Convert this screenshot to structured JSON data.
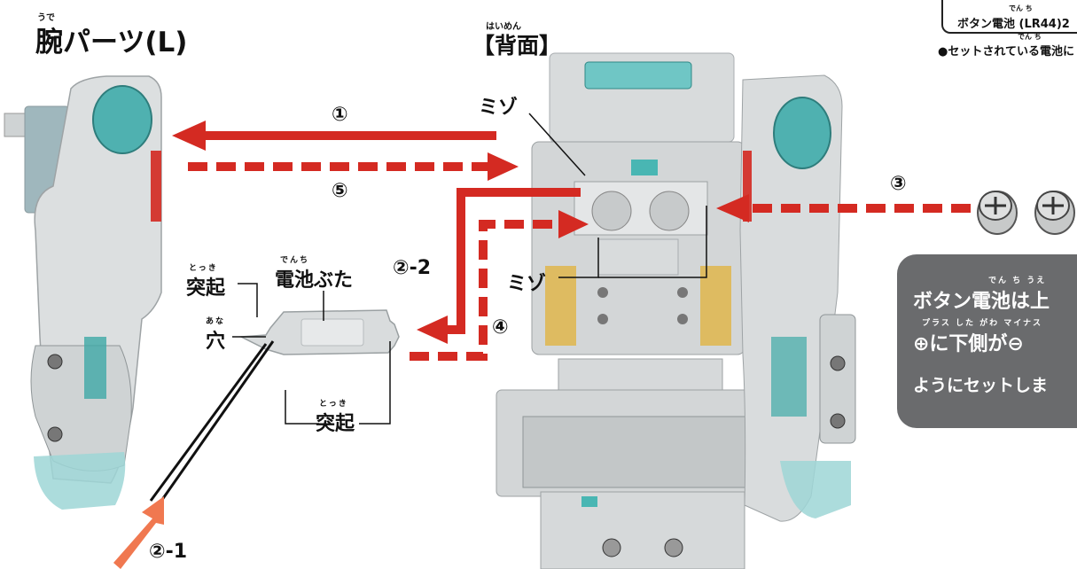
{
  "arm_parts": {
    "ruby": "うで",
    "title": "腕パーツ(L)"
  },
  "back": {
    "ruby": "はいめん",
    "title": "【背面】"
  },
  "labels": {
    "mizo": "ミゾ",
    "mizo_lower": "ミゾ",
    "tokki_left": "突起",
    "tokki_left_ruby": "とっき",
    "battery_cover": "電池ぶた",
    "battery_cover_ruby": "でんち",
    "ana": "穴",
    "ana_ruby": "あな",
    "tokki_bottom": "突起",
    "tokki_bottom_ruby": "とっき"
  },
  "steps": {
    "s1": "①",
    "s2_1": "②-1",
    "s2_2": "②-2",
    "s3": "③",
    "s4": "④",
    "s5": "⑤"
  },
  "top_box": {
    "text": "ボタン電池 (LR44)2",
    "ruby": "でん ち",
    "note": "●セットされている電池に",
    "note_ruby": "でん ち"
  },
  "panel": {
    "line1": "ボタン電池は上",
    "line1_ruby": "でん ち      うえ",
    "line2": "⊕に下側が⊖",
    "line2_ruby": "プラス    した がわ    マイナス",
    "line3": "ようにセットしま"
  },
  "colors": {
    "arrow_red": "#d42a22",
    "arrow_orange": "#f07850",
    "robot_body": "#d8dbdc",
    "robot_dark": "#a9adb0",
    "teal": "#49b6b3",
    "panel_bg": "#6a6b6d"
  }
}
